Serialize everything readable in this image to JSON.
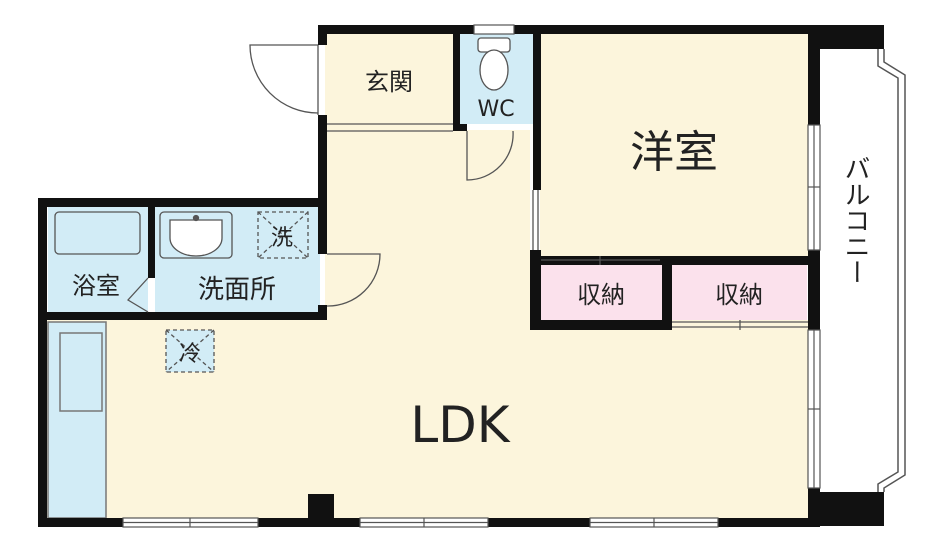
{
  "rooms": {
    "entrance": "玄関",
    "wc": "WC",
    "western_room": "洋室",
    "bathroom": "浴室",
    "washroom": "洗面所",
    "closet_left": "収納",
    "closet_right": "収納",
    "ldk": "LDK",
    "balcony": "バルコニー"
  },
  "markers": {
    "washer": "洗",
    "fridge": "冷"
  },
  "colors": {
    "wall": "#111111",
    "floor": "#fcf5dc",
    "water_area": "#d2ecf6",
    "closet": "#fbe1ec",
    "fixture_stroke": "#666666"
  }
}
